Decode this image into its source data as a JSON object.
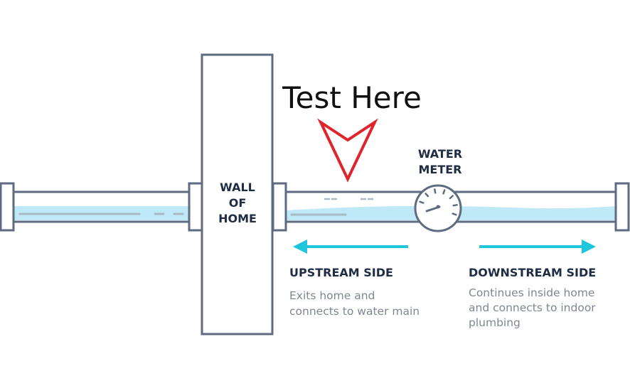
{
  "annotation": {
    "title": "Test Here",
    "arrow_color": "#e0242b"
  },
  "wall": {
    "line1": "WALL",
    "line2": "OF",
    "line3": "HOME"
  },
  "meter": {
    "line1": "WATER",
    "line2": "METER"
  },
  "upstream": {
    "heading": "UPSTREAM SIDE",
    "desc_line1": "Exits home and",
    "desc_line2": "connects to water main"
  },
  "downstream": {
    "heading": "DOWNSTREAM SIDE",
    "desc_line1": "Continues inside home",
    "desc_line2": "and connects to indoor",
    "desc_line3": "plumbing"
  },
  "colors": {
    "outline": "#5f6b80",
    "water": "#bfe9f6",
    "flow_arrow": "#1ec6dc",
    "text_dark": "#1f2d44",
    "text_gray": "#7f8794"
  }
}
